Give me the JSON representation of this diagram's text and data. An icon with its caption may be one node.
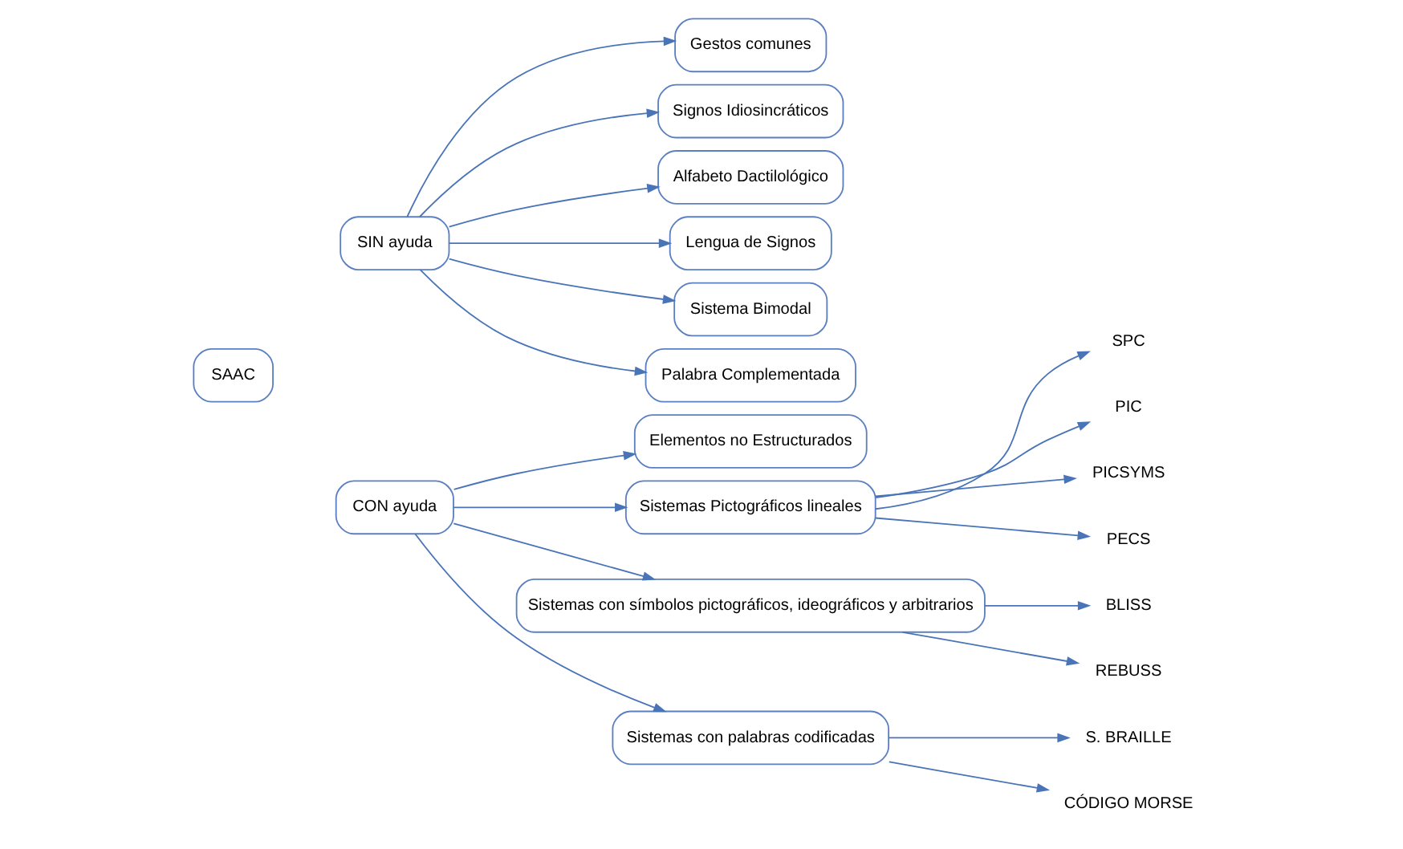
{
  "diagram": {
    "nodes": [
      {
        "text": [
          "SAAC"
        ]
      },
      {
        "text": [
          "SIN ayuda"
        ]
      },
      {
        "text": [
          "CON ayuda"
        ]
      },
      {
        "text": [
          "Gestos comunes"
        ]
      },
      {
        "text": [
          "Signos Idiosincráticos"
        ]
      },
      {
        "text": [
          "Alfabeto Dactilológico"
        ]
      },
      {
        "text": [
          "Lengua de Signos"
        ]
      },
      {
        "text": [
          "Sistema Bimodal"
        ]
      },
      {
        "text": [
          "Palabra Complementada"
        ]
      },
      {
        "text": [
          "Elementos no Estructurados"
        ]
      },
      {
        "text": [
          "Sistemas Pictográficos lineales"
        ]
      },
      {
        "text": [
          "Sistemas con símbolos pictográficos, ideográficos y arbitrarios"
        ]
      },
      {
        "text": [
          "Sistemas con palabras codificadas"
        ]
      },
      {
        "text": [
          "SPC"
        ]
      },
      {
        "text": [
          "PIC"
        ]
      },
      {
        "text": [
          "PICSYMS"
        ]
      },
      {
        "text": [
          "PECS"
        ]
      },
      {
        "text": [
          "BLISS"
        ]
      },
      {
        "text": [
          "REBUSS"
        ]
      },
      {
        "text": [
          "S. BRAILLE"
        ]
      },
      {
        "text": [
          "CÓDIGO MORSE"
        ]
      }
    ],
    "edges": [
      {
        "from": 1,
        "to": 3,
        "arrow": "to"
      },
      {
        "from": 1,
        "to": 4,
        "arrow": "to"
      },
      {
        "from": 1,
        "to": 5,
        "arrow": "to"
      },
      {
        "from": 1,
        "to": 6,
        "arrow": "to"
      },
      {
        "from": 1,
        "to": 7,
        "arrow": "to"
      },
      {
        "from": 1,
        "to": 8,
        "arrow": "to"
      },
      {
        "from": 2,
        "to": 9,
        "arrow": "to"
      },
      {
        "from": 2,
        "to": 10,
        "arrow": "to"
      },
      {
        "from": 2,
        "to": 11,
        "arrow": "to"
      },
      {
        "from": 2,
        "to": 12,
        "arrow": "to"
      },
      {
        "from": 10,
        "to": 13,
        "arrow": "to"
      },
      {
        "from": 10,
        "to": 14,
        "arrow": "to"
      },
      {
        "from": 10,
        "to": 15,
        "arrow": "to"
      },
      {
        "from": 10,
        "to": 16,
        "arrow": "to"
      },
      {
        "from": 11,
        "to": 17,
        "arrow": "to"
      },
      {
        "from": 11,
        "to": 18,
        "arrow": "to"
      },
      {
        "from": 12,
        "to": 19,
        "arrow": "to"
      },
      {
        "from": 12,
        "to": 20,
        "arrow": "to"
      }
    ]
  }
}
